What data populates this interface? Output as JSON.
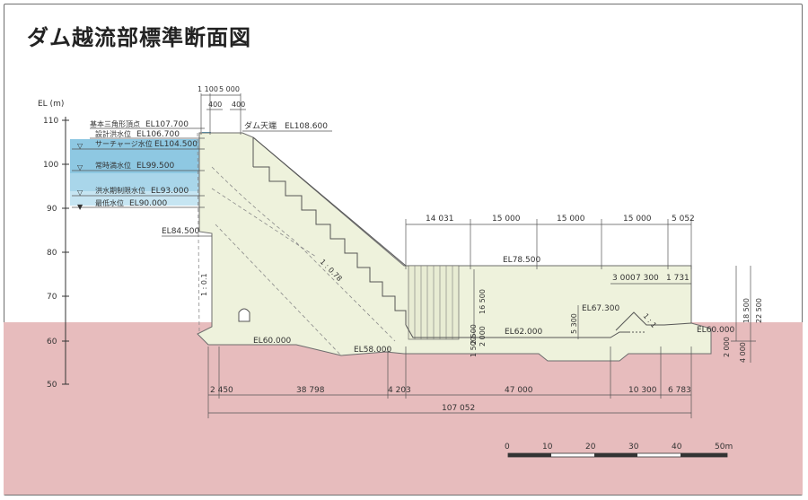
{
  "title": "ダム越流部標準断面図",
  "axis": {
    "label": "EL (m)",
    "ticks": [
      "110",
      "100",
      "90",
      "80",
      "70",
      "60",
      "50"
    ]
  },
  "water_levels": [
    {
      "label": "基本三角形頂点",
      "value": "EL107.700"
    },
    {
      "label": "設計洪水位",
      "value": "EL106.700"
    },
    {
      "label": "サーチャージ水位",
      "value": "EL104.500"
    },
    {
      "label": "常時満水位",
      "value": "EL99.500"
    },
    {
      "label": "洪水期制限水位",
      "value": "EL93.000"
    },
    {
      "label": "最低水位",
      "value": "EL90.000"
    }
  ],
  "elevations": {
    "crest": "ダム天端　EL108.600",
    "upstream_berm": "EL84.500",
    "foundation_up": "EL60.000",
    "foundation_low": "EL58.000",
    "apron": "EL78.500",
    "basin_floor": "EL62.000",
    "end_sill": "EL67.300",
    "tail": "EL60.000"
  },
  "top_dims": {
    "a": "1 100",
    "b": "5 000",
    "c": "400",
    "d": "400"
  },
  "horiz_dims_upper": [
    "14 031",
    "15 000",
    "15 000",
    "15 000",
    "5 052"
  ],
  "horiz_dims_lower": [
    "2 450",
    "38 798",
    "4 203",
    "47 000",
    "10 300",
    "6 783"
  ],
  "horiz_total": "107 052",
  "vert_dims": {
    "d16500": "16 500",
    "d2000": "2 000",
    "d2500": "2 500",
    "d1500": "1 500",
    "d5300": "5 300",
    "d18500": "18 500",
    "d22500": "22 500",
    "d2000b": "2 000",
    "d4000": "4 000"
  },
  "sill_dims": {
    "a": "3 000",
    "b": "7 300",
    "c": "1 731"
  },
  "slopes": {
    "upstream": "1 : 0.1",
    "downstream": "1 : 0.78",
    "sill": "1 : 1"
  },
  "scale": {
    "ticks": [
      "0",
      "10",
      "20",
      "30",
      "40",
      "50m"
    ]
  },
  "colors": {
    "water": "#8ec8e2",
    "water_dark": "#4aa3cf",
    "concrete": "#eef2dc",
    "ground": "#e7bcbd"
  }
}
